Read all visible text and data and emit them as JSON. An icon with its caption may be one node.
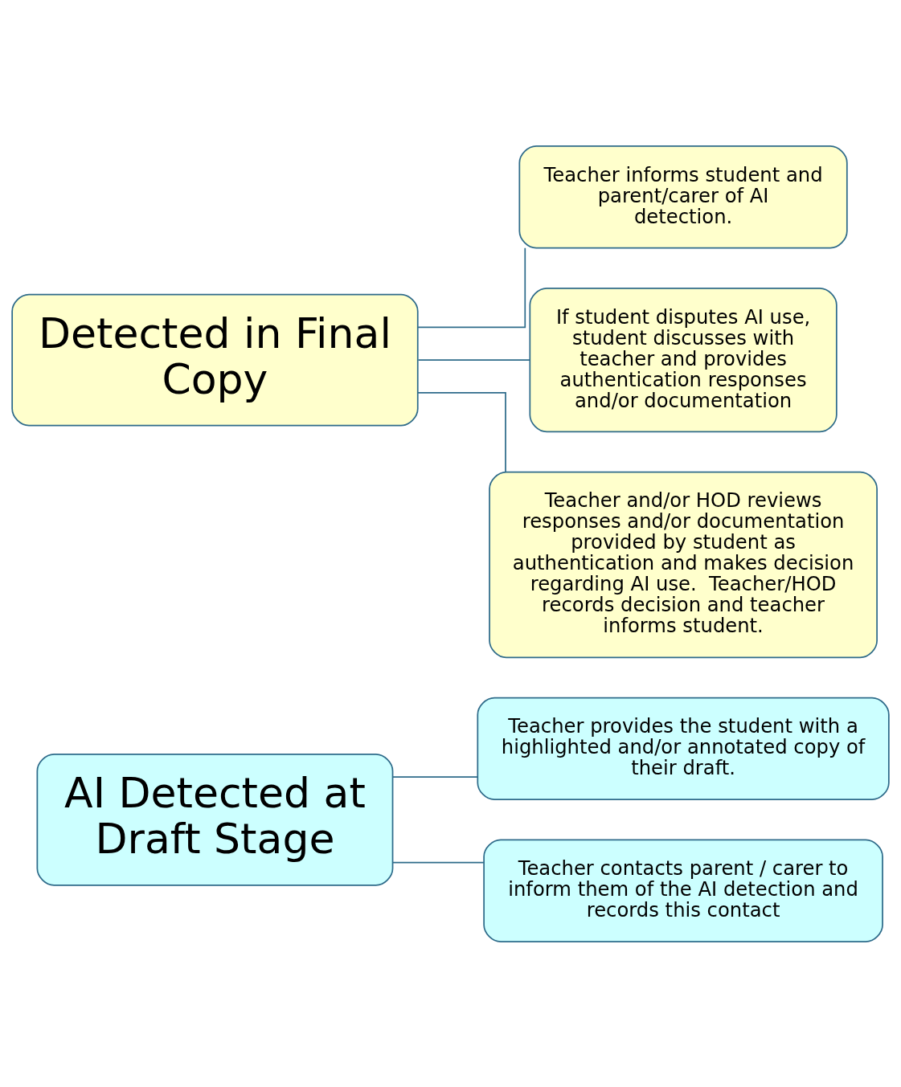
{
  "diagram": {
    "nodes": [
      {
        "text": [
          "AI Detected at Draft Stage"
        ]
      },
      {
        "text": [
          "Teacher provides the student with a highlighted and/or annotated copy of their draft."
        ]
      },
      {
        "text": [
          "Teacher contacts parent / carer to inform them of the AI detection and records this contact"
        ]
      },
      {
        "text": [
          "Detected in Final Copy"
        ]
      },
      {
        "text": [
          "Teacher informs student and parent/carer of AI detection."
        ]
      },
      {
        "text": [
          "If student disputes AI use, student discusses with teacher and provides authentication responses and/or documentation"
        ]
      },
      {
        "text": [
          "Teacher and/or HOD reviews responses and/or documentation provided by student as authentication and makes decision regarding AI use.  Teacher/HOD records decision and teacher informs student."
        ]
      }
    ],
    "edges": [
      {
        "from": 0,
        "to": 1,
        "arrow": "none"
      },
      {
        "from": 0,
        "to": 2,
        "arrow": "none"
      },
      {
        "from": 3,
        "to": 4,
        "arrow": "none"
      },
      {
        "from": 3,
        "to": 5,
        "arrow": "none"
      },
      {
        "from": 3,
        "to": 6,
        "arrow": "none"
      }
    ]
  }
}
